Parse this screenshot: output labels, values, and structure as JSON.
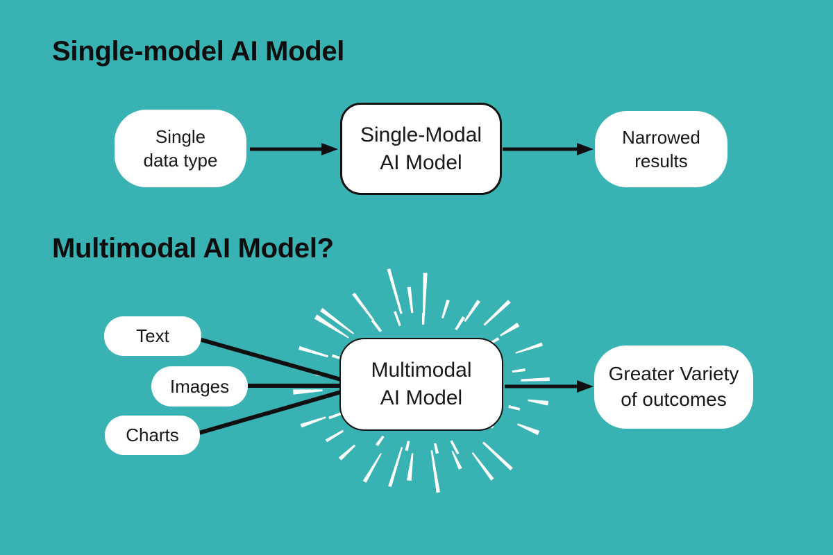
{
  "colors": {
    "background": "#38b2b3",
    "box_fill": "#ffffff",
    "text": "#181818",
    "title_text": "#0d0d0d",
    "connector": "#101010",
    "starburst": "#ffffff"
  },
  "sections": {
    "single_model": {
      "title": "Single-model AI Model",
      "input_box": {
        "line1": "Single",
        "line2": "data type"
      },
      "model_box": {
        "line1": "Single-Modal",
        "line2": "AI Model"
      },
      "output_box": {
        "line1": "Narrowed",
        "line2": "results"
      }
    },
    "multimodal": {
      "title": "Multimodal AI Model?",
      "inputs": [
        "Text",
        "Images",
        "Charts"
      ],
      "model_box": {
        "line1": "Multimodal",
        "line2": "AI Model"
      },
      "output_box": {
        "line1": "Greater Variety",
        "line2": "of outcomes"
      }
    }
  }
}
